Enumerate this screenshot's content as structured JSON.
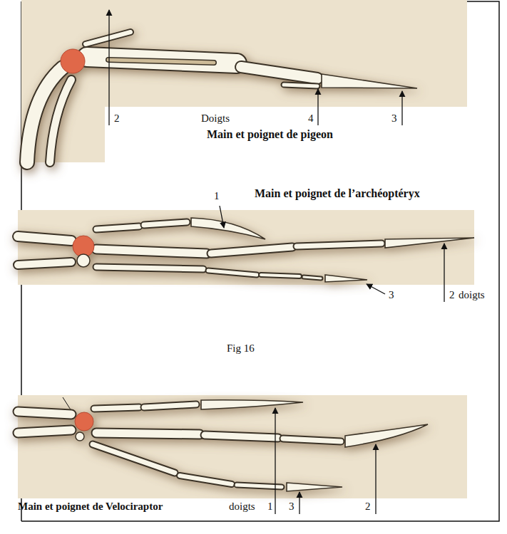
{
  "diagram": {
    "caption": "Fig 16",
    "labels": [
      "2",
      "Doigts",
      "4",
      "3",
      "Main et poignet de pigeon",
      "1",
      "Main et poignet de l’archéoptéryx",
      "3",
      "2",
      "doigts",
      "Main et poignet de Velociraptor",
      "doigts",
      "1",
      "3",
      "2"
    ]
  }
}
